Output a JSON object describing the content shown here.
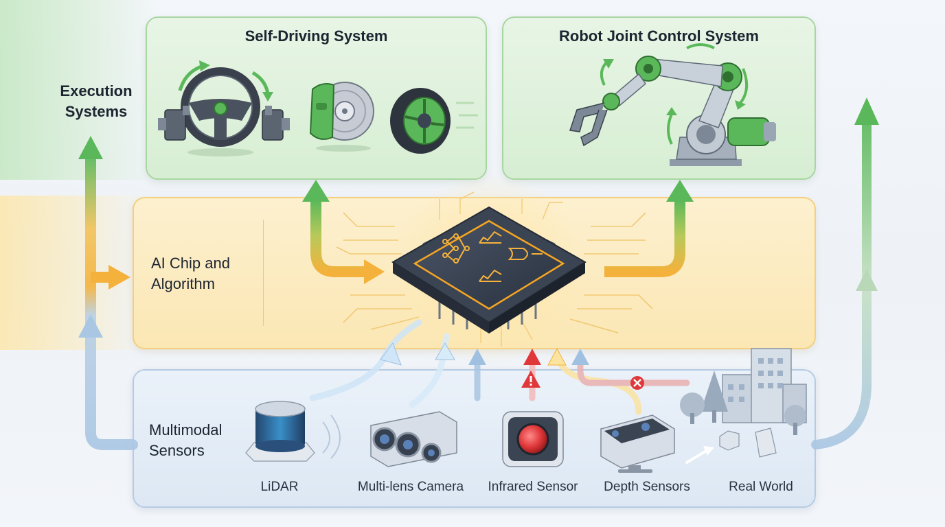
{
  "layers": {
    "execution": {
      "label_line1": "Execution",
      "label_line2": "Systems"
    },
    "processing": {
      "label_line1": "AI Chip and",
      "label_line2": "Algorithm"
    },
    "sensing": {
      "label_line1": "Multimodal",
      "label_line2": "Sensors"
    }
  },
  "execution_panels": [
    {
      "title": "Self-Driving System"
    },
    {
      "title": "Robot Joint Control System"
    }
  ],
  "sensors": [
    {
      "label": "LiDAR"
    },
    {
      "label": "Multi-lens Camera"
    },
    {
      "label": "Infrared Sensor"
    },
    {
      "label": "Depth Sensors"
    },
    {
      "label": "Real World"
    }
  ],
  "colors": {
    "execution_green": "#5bb85a",
    "processing_yellow": "#f4b23c",
    "sensing_blue": "#9fc0e0",
    "warning_red": "#e0383a",
    "chip_glow": "#f6a623"
  },
  "icons": {
    "warning": "warning-triangle-icon",
    "error": "error-x-circle-icon"
  }
}
